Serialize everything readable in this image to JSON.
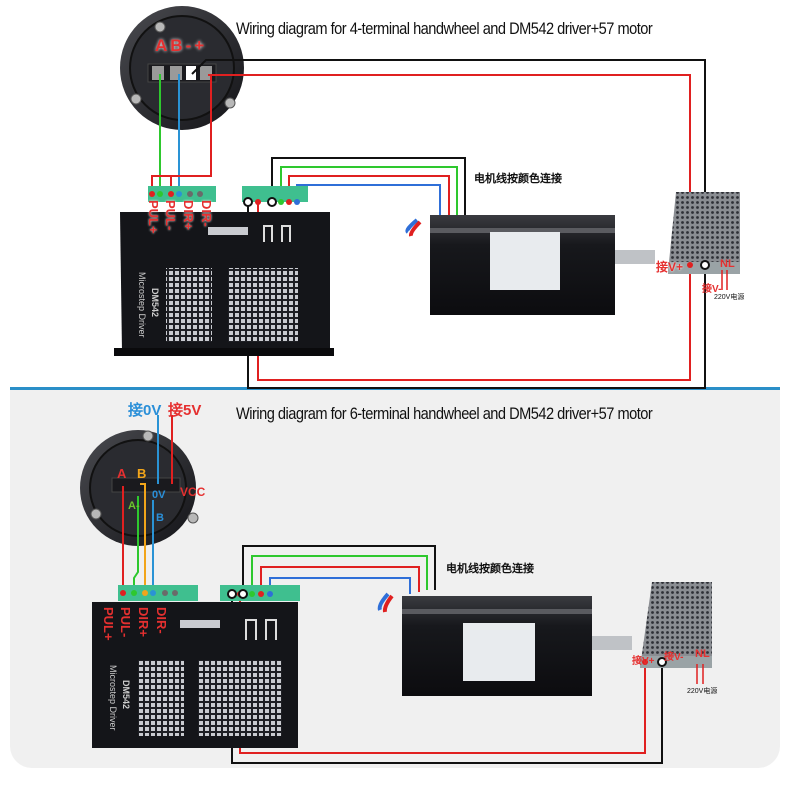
{
  "colors": {
    "red_wire": "#e02020",
    "green_wire": "#2ec82e",
    "blue_wire": "#2f6fd8",
    "black_wire": "#111111",
    "orange_wire": "#f2a51a",
    "cyan_wire": "#2a93d5",
    "label_red": "#e53030",
    "label_blue": "#2a8fd8",
    "divider": "#2a8fc8"
  },
  "top_diagram": {
    "title": "Wiring diagram for 4-terminal handwheel and DM542 driver+57 motor",
    "handwheel": {
      "terminal_labels": [
        "A",
        "B",
        "-",
        "+"
      ]
    },
    "driver": {
      "model": "DM542",
      "brand_text": "Microstep Driver",
      "signal_labels": [
        "PUL+",
        "PUL-",
        "DIR+",
        "DIR-"
      ]
    },
    "motor_note": "电机线按颜色连接",
    "power_supply": {
      "v_plus_label": "接V+",
      "nl_label": "NL",
      "v_minus_label": "接V-",
      "mains_label": "220V电源"
    }
  },
  "bottom_diagram": {
    "title": "Wiring diagram for 6-terminal handwheel and DM542 driver+57 motor",
    "handwheel": {
      "top_labels": {
        "zero_v": "接0V",
        "five_v": "接5V"
      },
      "terminal_labels": {
        "a": "A",
        "b": "B",
        "zero_v": "0V",
        "vcc": "VCC",
        "a_minus": "A-",
        "b_minus": "B"
      }
    },
    "driver": {
      "model": "DM542",
      "brand_text": "Microstep Driver",
      "signal_labels": [
        "PUL+",
        "PUL-",
        "DIR+",
        "DIR-"
      ]
    },
    "motor_note": "电机线按颜色连接",
    "power_supply": {
      "v_plus_label": "接V+",
      "v_minus_label": "接V-",
      "nl_label": "NL",
      "mains_label": "220V电源"
    }
  }
}
